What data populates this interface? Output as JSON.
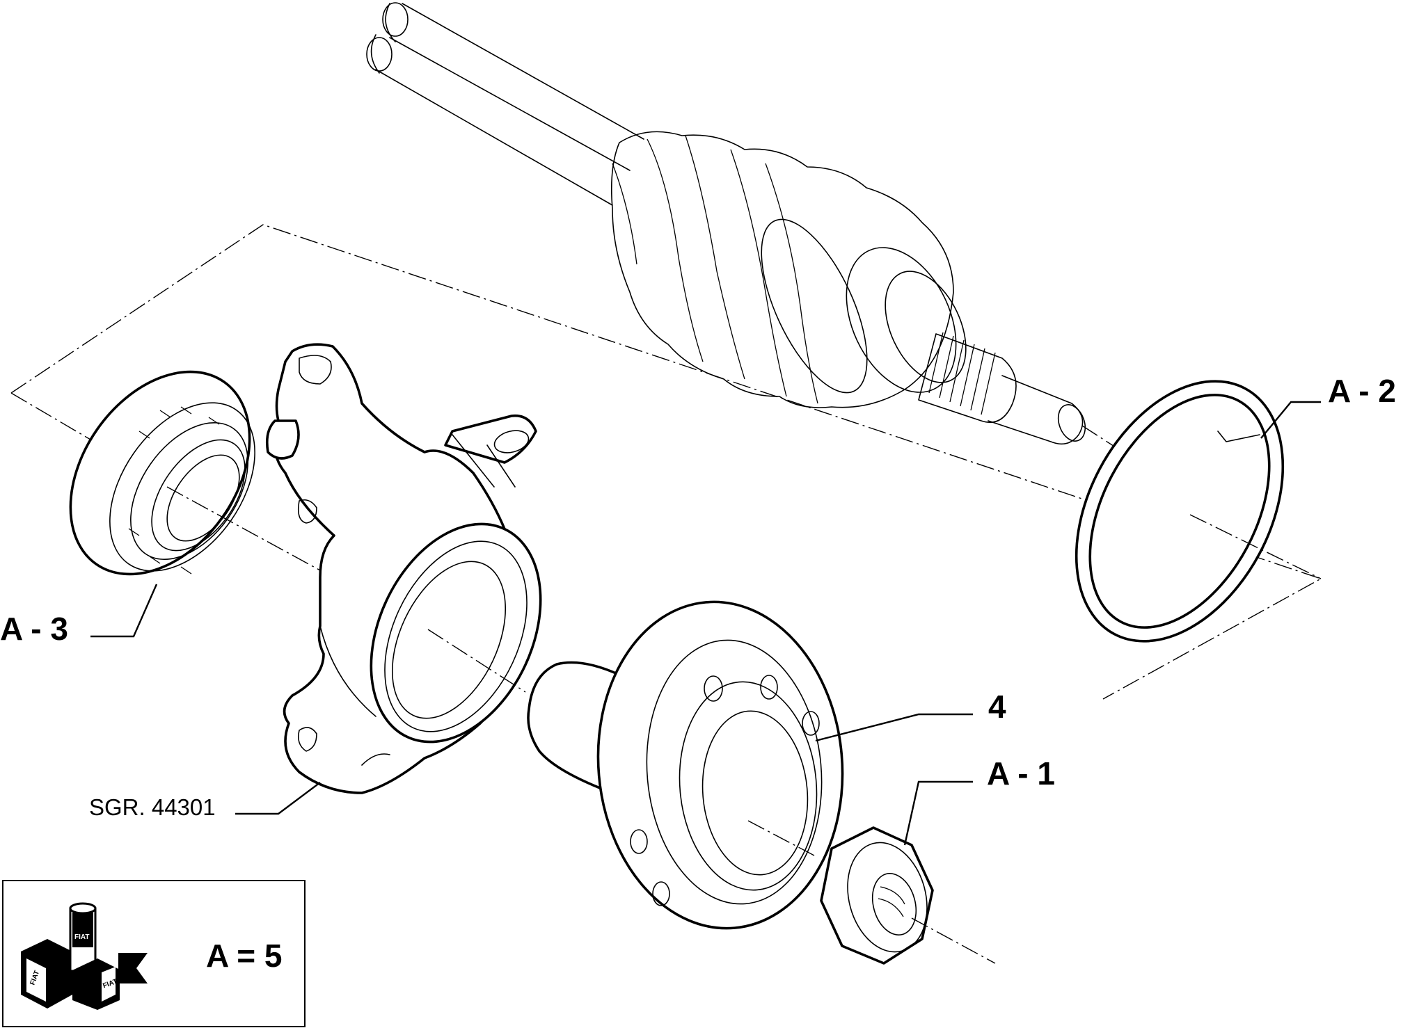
{
  "callouts": {
    "a1": "A - 1",
    "a2": "A - 2",
    "a3": "A - 3",
    "part4": "4",
    "sgr": "SGR. 44301"
  },
  "legend": {
    "text": "A = 5",
    "icon": "oil-can-lubricant-icon",
    "icon_words": [
      "FIAT",
      "FIAT",
      "FIAT"
    ]
  },
  "colors": {
    "line": "#000000",
    "background": "#ffffff"
  }
}
